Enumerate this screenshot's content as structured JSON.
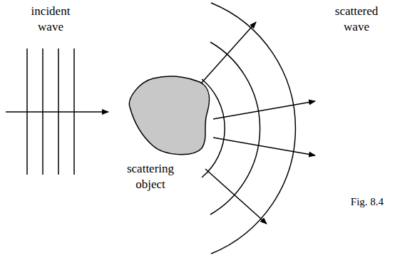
{
  "diagram": {
    "labels": [
      "incident wave",
      "scattered wave",
      "scattering object",
      "Fig. 8.4"
    ]
  }
}
